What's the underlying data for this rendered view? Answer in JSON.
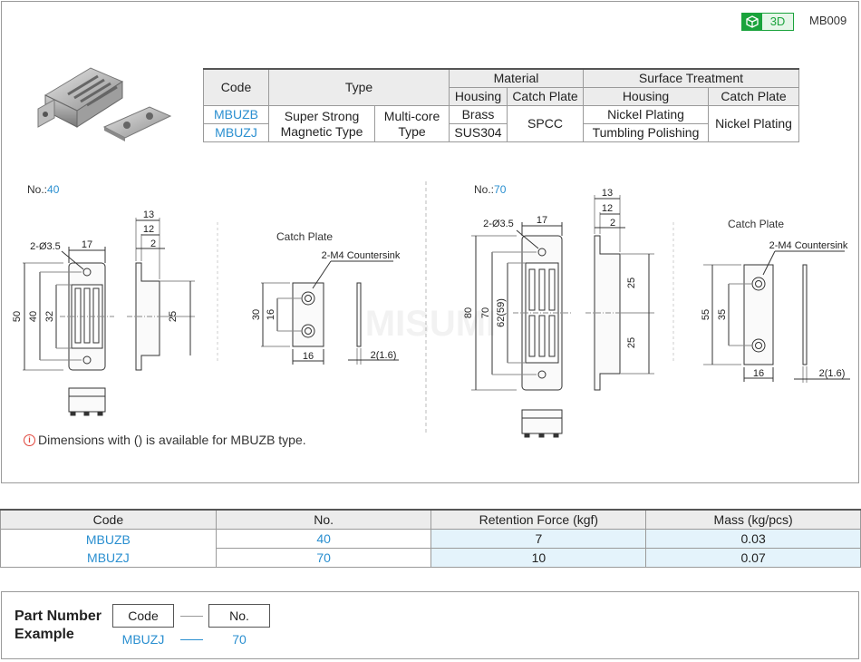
{
  "header": {
    "badge_label": "3D",
    "series_code": "MB009"
  },
  "spec_table": {
    "headers": {
      "code": "Code",
      "type": "Type",
      "material": "Material",
      "surface": "Surface Treatment",
      "housing": "Housing",
      "catch_plate": "Catch Plate",
      "housing2": "Housing",
      "catch_plate2": "Catch Plate"
    },
    "rows": {
      "code1": "MBUZB",
      "code2": "MBUZJ",
      "type1_line1": "Super Strong",
      "type1_line2": "Magnetic Type",
      "type2_line1": "Multi-core",
      "type2_line2": "Type",
      "housing_mat1": "Brass",
      "housing_mat2": "SUS304",
      "catch_mat": "SPCC",
      "surf_housing1": "Nickel Plating",
      "surf_housing2": "Tumbling Polishing",
      "surf_catch": "Nickel Plating"
    }
  },
  "drawings": {
    "no_label": "No.:",
    "no40": "40",
    "no70": "70",
    "catch_plate": "Catch Plate",
    "countersink": "2-M4 Countersink",
    "hole": "2-Ø3.5",
    "d40": {
      "w": "17",
      "h1": "50",
      "h2": "40",
      "h3": "32",
      "s13": "13",
      "s12": "12",
      "s2": "2",
      "s25": "25",
      "cp_h1": "30",
      "cp_h2": "16",
      "cp_w": "16",
      "cp_t": "2(1.6)"
    },
    "d70": {
      "w": "17",
      "h1": "80",
      "h2": "70",
      "h3": "62(59)",
      "s13": "13",
      "s12": "12",
      "s2": "2",
      "s25a": "25",
      "s25b": "25",
      "cp_h1": "55",
      "cp_h2": "35",
      "cp_w": "16",
      "cp_t": "2(1.6)"
    }
  },
  "note": {
    "icon": "i",
    "text": "Dimensions with ()  is available for MBUZB type."
  },
  "perf_table": {
    "headers": [
      "Code",
      "No.",
      "Retention Force (kgf)",
      "Mass (kg/pcs)"
    ],
    "codes": [
      "MBUZB",
      "MBUZJ"
    ],
    "rows": [
      {
        "no": "40",
        "force": "7",
        "mass": "0.03"
      },
      {
        "no": "70",
        "force": "10",
        "mass": "0.07"
      }
    ]
  },
  "example": {
    "title_line1": "Part Number",
    "title_line2": "Example",
    "code_label": "Code",
    "no_label": "No.",
    "code_value": "MBUZJ",
    "no_value": "70"
  }
}
